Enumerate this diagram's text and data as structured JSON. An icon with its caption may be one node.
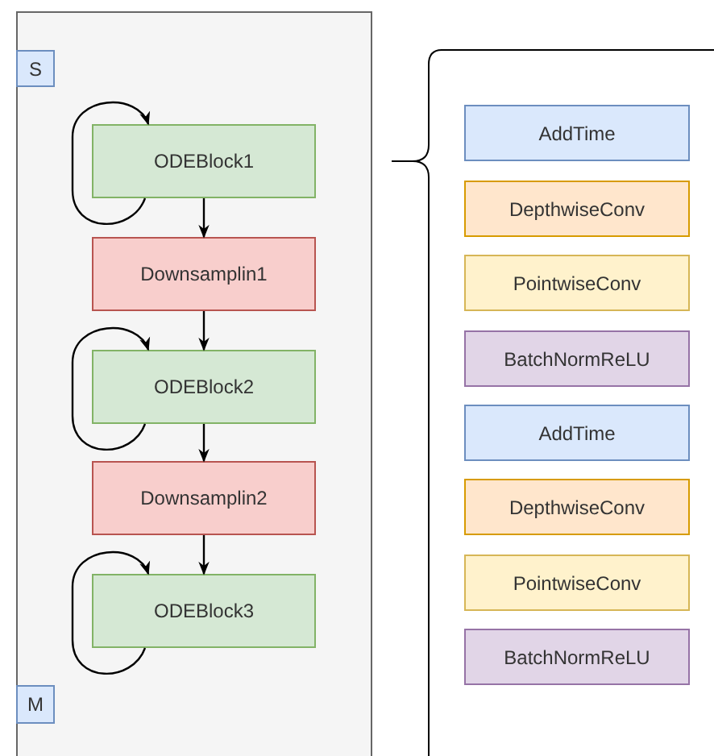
{
  "diagram": {
    "nodes": [
      {
        "text": [],
        "shape": "box"
      },
      {
        "text": [
          "S"
        ],
        "in": 0
      },
      {
        "text": [
          "ODEBlock1"
        ],
        "in": 0
      },
      {
        "text": [
          "Downsamplin1"
        ],
        "in": 0
      },
      {
        "text": [
          "ODEBlock2"
        ],
        "in": 0
      },
      {
        "text": [
          "Downsamplin2"
        ],
        "in": 0
      },
      {
        "text": [
          "ODEBlock3"
        ],
        "in": 0
      },
      {
        "text": [
          "M"
        ],
        "in": 0
      },
      {
        "text": [
          "AddTime"
        ]
      },
      {
        "text": [
          "DepthwiseConv"
        ]
      },
      {
        "text": [
          "PointwiseConv"
        ]
      },
      {
        "text": [
          "BatchNormReLU"
        ]
      },
      {
        "text": [
          "AddTime"
        ]
      },
      {
        "text": [
          "DepthwiseConv"
        ]
      },
      {
        "text": [
          "PointwiseConv"
        ]
      },
      {
        "text": [
          "BatchNormReLU"
        ]
      }
    ],
    "edges": [
      {
        "from": 2,
        "to": 2,
        "arrow": "to"
      },
      {
        "from": 2,
        "to": 3,
        "arrow": "to"
      },
      {
        "from": 3,
        "to": 4,
        "arrow": "to"
      },
      {
        "from": 4,
        "to": 4,
        "arrow": "to"
      },
      {
        "from": 4,
        "to": 5,
        "arrow": "to"
      },
      {
        "from": 5,
        "to": 6,
        "arrow": "to"
      },
      {
        "from": 6,
        "to": 6,
        "arrow": "to"
      }
    ]
  }
}
